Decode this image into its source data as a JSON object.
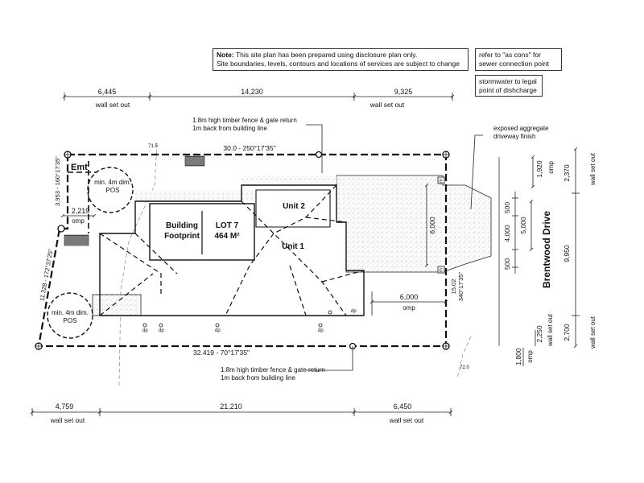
{
  "notes": {
    "main_label": "Note:",
    "main_line1": "This site plan has been prepared using disclosure plan only.",
    "main_line2": "Site boundaries, levels, contours and locations of services are subject to change",
    "sewer_line1": "refer to \"as cons\" for",
    "sewer_line2": "sewer connection point",
    "storm_line1": "stormwater to legal",
    "storm_line2": "point of dishcharge"
  },
  "top_dims": {
    "d1": "6,445",
    "d2": "14,230",
    "d3": "9,325",
    "left_label": "wall set out",
    "right_label": "wall set out"
  },
  "bottom_dims": {
    "d1": "4,759",
    "d2": "21,210",
    "d3": "6,450",
    "left_label": "wall set out",
    "right_label": "wall set out"
  },
  "boundaries": {
    "top": "30.0 - 250°17'35\"",
    "bottom": "32.419 - 70°17'35\"",
    "left_upper": "3.953 - 160°17'35\"",
    "left_lower": "11.328 - 172°37'25\"",
    "right_a": "15.02",
    "right_b": "340°17'35\""
  },
  "fence": {
    "top_line1": "1.8m high timber fence & gate return",
    "top_line2": "1m back from building line",
    "bottom_line1": "1.8m high timber fence & gate return",
    "bottom_line2": "1m back from building line"
  },
  "driveway": {
    "line1": "exposed aggregate",
    "line2": "driveway finish"
  },
  "levels": {
    "top": "71.5",
    "bottom": "72.0"
  },
  "site": {
    "emt": "Emt",
    "pos1_line1": "min. 4m dim.",
    "pos1_line2": "POS",
    "pos2_line1": "min. 4m dim.",
    "pos2_line2": "POS",
    "left_setback": "2,219",
    "left_setback_label": "omp",
    "building_line1": "Building",
    "building_line2": "Footprint",
    "lot_line1": "LOT 7",
    "lot_line2": "464 M²",
    "unit2": "Unit 2",
    "unit1": "Unit 1",
    "drive_width": "6,000",
    "omp_dim": "6,000",
    "omp_label": "omp",
    "dp": "dp",
    "e": "E",
    "street": "Brentwood Drive"
  },
  "street_dims": {
    "d1920": "1,920",
    "omp": "omp",
    "d500a": "500",
    "d4000": "4,000",
    "d5000": "5,000",
    "d500b": "500",
    "d2370": "2,370",
    "d9950": "9,950",
    "d2700": "2,700",
    "d2250": "2,250",
    "d1800": "1,800",
    "wall_set_out": "wall set out"
  }
}
